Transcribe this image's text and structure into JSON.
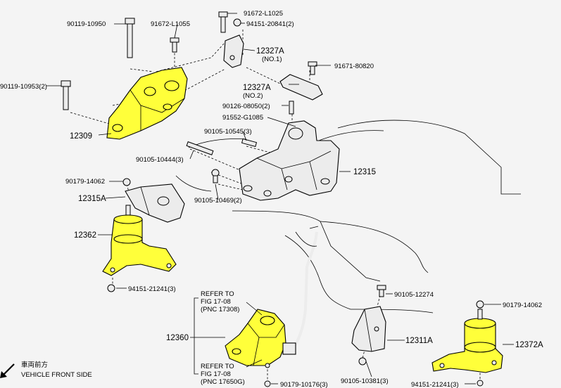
{
  "labels": {
    "p90119_10950": "90119-10950",
    "p91672_l1055": "91672-L1055",
    "p91672_l1025": "91672-L1025",
    "p94151_20841": "94151-20841(2)",
    "p12327a_1": "12327A",
    "no1": "(NO.1)",
    "p91671_80820": "91671-80820",
    "p90119_10953": "90119-10953(2)",
    "p12327a_2": "12327A",
    "no2": "(NO.2)",
    "p90126_08050": "90126-08050(2)",
    "p91552_g1085": "91552-G1085",
    "p12309": "12309",
    "p90105_10545": "90105-10545(3)",
    "p90105_10444": "90105-10444(3)",
    "p12315": "12315",
    "p90179_14062_l": "90179-14062",
    "p90105_10469": "90105-10469(2)",
    "p12315a": "12315A",
    "p12362": "12362",
    "p94151_21241_l": "94151-21241(3)",
    "refer1_a": "REFER TO",
    "refer1_b": "FIG 17-08",
    "refer1_c": "(PNC 17308)",
    "p90105_12274": "90105-12274",
    "p90179_14062_r": "90179-14062",
    "p12360": "12360",
    "p12311a": "12311A",
    "p12372a": "12372A",
    "refer2_a": "REFER TO",
    "refer2_b": "FIG 17-08",
    "refer2_c": "(PNC 17650G)",
    "p90105_10381": "90105-10381(3)",
    "p90179_10176": "90179-10176(3)",
    "p94151_21241_r": "94151-21241(3)",
    "vehicle_jp": "車両前方",
    "vehicle_en": "VEHICLE FRONT SIDE"
  },
  "colors": {
    "highlight": "#ffff3a",
    "background": "#f4f4f4",
    "line": "#000000"
  },
  "icons": {
    "front_arrow": "arrow-down-left-icon"
  }
}
